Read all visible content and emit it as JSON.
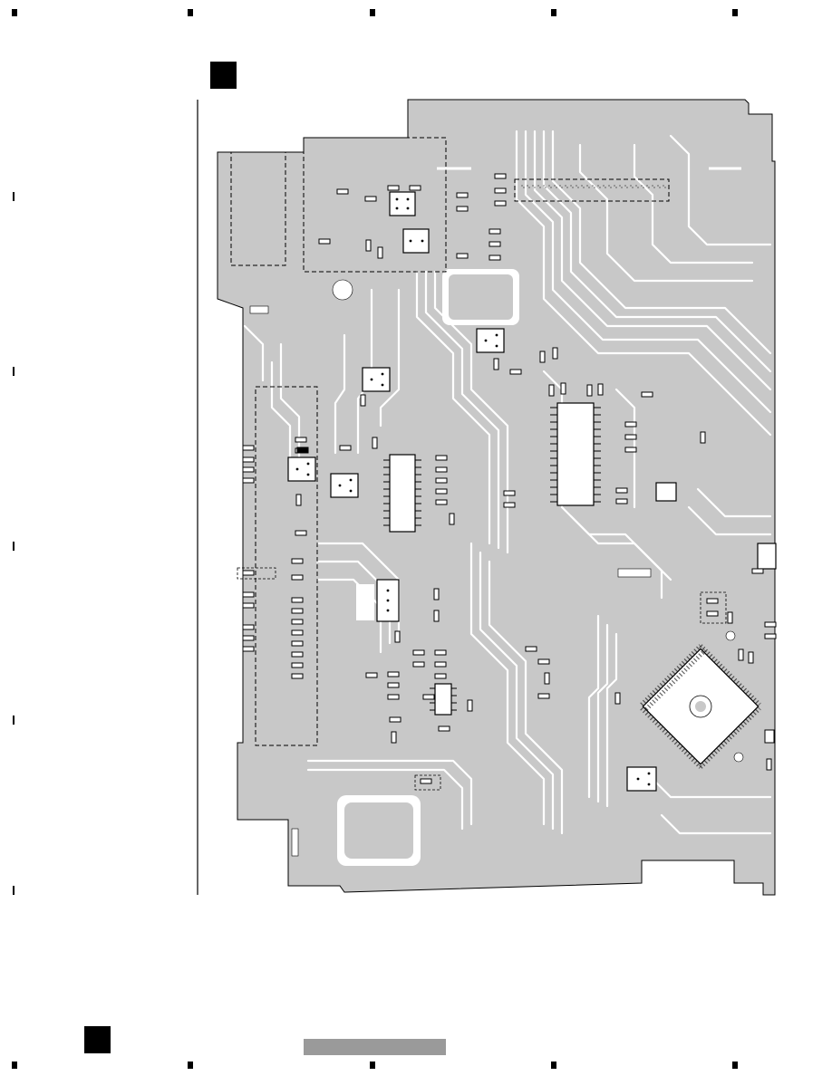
{
  "document": {
    "type": "pcb-layout-sheet",
    "section_marker": "filled-square",
    "footer_marker": "filled-square",
    "footer_bar_color": "#9a9a9a",
    "board_color": "#c8c8c8",
    "trace_color": "#ffffff",
    "outline_color": "#000000",
    "components": {
      "ic_packages": [
        "qfp-ic",
        "dip-ic-left",
        "dip-ic-right",
        "small-ic-bottom"
      ],
      "connectors": [
        "left-edge-connector",
        "top-header-strip"
      ],
      "shield_areas": [
        "top-shield-dashed",
        "left-shield-dashed"
      ]
    }
  }
}
